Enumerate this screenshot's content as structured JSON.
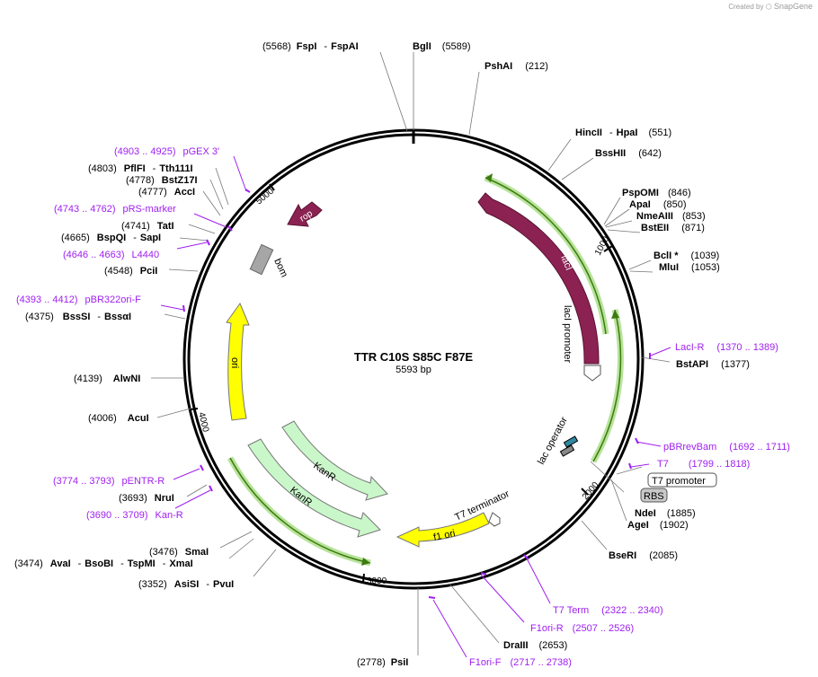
{
  "watermark": {
    "prefix": "Created by",
    "brand": "SnapGene"
  },
  "plasmid": {
    "name": "TTR C10S S85C F87E",
    "length_label": "5593 bp",
    "length": 5593
  },
  "ticks": [
    "1000",
    "2000",
    "3000",
    "4000",
    "5000"
  ],
  "features": [
    {
      "name": "lacI",
      "type": "arrow",
      "color": "#8b2252",
      "label_color": "#ffffff",
      "label_inside": true
    },
    {
      "name": "rop",
      "type": "arrow",
      "color": "#8b2252",
      "label_color": "#ffffff",
      "label_inside": true
    },
    {
      "name": "bom",
      "type": "box",
      "color": "#a6a6a6"
    },
    {
      "name": "ori",
      "type": "arrow",
      "color": "#ffff00"
    },
    {
      "name": "KanR",
      "type": "arrow",
      "color": "#c9f7c9"
    },
    {
      "name": "KanR",
      "type": "arrow",
      "color": "#c9f7c9"
    },
    {
      "name": "f1 ori",
      "type": "arrow",
      "color": "#ffff00"
    },
    {
      "name": "T7 terminator",
      "type": "terminator"
    },
    {
      "name": "lacI promoter",
      "type": "promoter"
    },
    {
      "name": "lac operator",
      "type": "operator"
    },
    {
      "name": "T7 promoter",
      "type": "boxed_label"
    },
    {
      "name": "RBS",
      "type": "grey_box"
    }
  ],
  "sites": [
    {
      "pos": "(5568)",
      "names": [
        "FspI",
        "-",
        "FspAI"
      ]
    },
    {
      "pos": "(5589)",
      "names": [
        "BglI"
      ],
      "pos_after": true
    },
    {
      "pos": "(212)",
      "names": [
        "PshAI"
      ],
      "pos_after": true
    },
    {
      "pos": "(551)",
      "names": [
        "HincII",
        "-",
        "HpaI"
      ],
      "pos_after": true
    },
    {
      "pos": "(642)",
      "names": [
        "BssHII"
      ],
      "pos_after": true
    },
    {
      "pos": "(846)",
      "names": [
        "PspOMI"
      ],
      "pos_after": true
    },
    {
      "pos": "(850)",
      "names": [
        "ApaI"
      ],
      "pos_after": true
    },
    {
      "pos": "(853)",
      "names": [
        "NmeAIII"
      ],
      "pos_after": true
    },
    {
      "pos": "(871)",
      "names": [
        "BstEII"
      ],
      "pos_after": true
    },
    {
      "pos": "(1039)",
      "names": [
        "BclI *"
      ],
      "pos_after": true
    },
    {
      "pos": "(1053)",
      "names": [
        "MluI"
      ],
      "pos_after": true
    },
    {
      "pos": "(1377)",
      "names": [
        "BstAPI"
      ],
      "pos_after": true
    },
    {
      "pos": "(1885)",
      "names": [
        "NdeI"
      ],
      "pos_after": true
    },
    {
      "pos": "(1902)",
      "names": [
        "AgeI"
      ],
      "pos_after": true
    },
    {
      "pos": "(2085)",
      "names": [
        "BseRI"
      ],
      "pos_after": true
    },
    {
      "pos": "(2653)",
      "names": [
        "DraIII"
      ],
      "pos_after": true
    },
    {
      "pos": "(2778)",
      "names": [
        "PsiI"
      ]
    },
    {
      "pos": "(3352)",
      "names": [
        "AsiSI",
        "-",
        "PvuI"
      ]
    },
    {
      "pos": "(3474)",
      "names": [
        "AvaI",
        "-",
        "BsoBI",
        "-",
        "TspMI",
        "-",
        "XmaI"
      ]
    },
    {
      "pos": "(3476)",
      "names": [
        "SmaI"
      ]
    },
    {
      "pos": "(3693)",
      "names": [
        "NruI"
      ]
    },
    {
      "pos": "(4006)",
      "names": [
        "AcuI"
      ]
    },
    {
      "pos": "(4139)",
      "names": [
        "AlwNI"
      ]
    },
    {
      "pos": "(4375)",
      "names": [
        "BssSI",
        "-",
        "BssαI"
      ]
    },
    {
      "pos": "(4548)",
      "names": [
        "PciI"
      ]
    },
    {
      "pos": "(4665)",
      "names": [
        "BspQI",
        "-",
        "SapI"
      ]
    },
    {
      "pos": "(4741)",
      "names": [
        "TatI"
      ]
    },
    {
      "pos": "(4777)",
      "names": [
        "AccI"
      ]
    },
    {
      "pos": "(4778)",
      "names": [
        "BstZ17I"
      ]
    },
    {
      "pos": "(4803)",
      "names": [
        "PflFI",
        "-",
        "Tth111I"
      ]
    }
  ],
  "primers": [
    {
      "name": "pGEX 3'",
      "range": "(4903 .. 4925)"
    },
    {
      "name": "pRS-marker",
      "range": "(4743 .. 4762)"
    },
    {
      "name": "L4440",
      "range": "(4646 .. 4663)"
    },
    {
      "name": "pBR322ori-F",
      "range": "(4393 .. 4412)"
    },
    {
      "name": "pENTR-R",
      "range": "(3774 .. 3793)"
    },
    {
      "name": "Kan-R",
      "range": "(3690 .. 3709)"
    },
    {
      "name": "LacI-R",
      "range": "(1370 .. 1389)"
    },
    {
      "name": "pBRrevBam",
      "range": "(1692 .. 1711)"
    },
    {
      "name": "T7",
      "range": "(1799 .. 1818)"
    },
    {
      "name": "T7 Term",
      "range": "(2322 .. 2340)"
    },
    {
      "name": "F1ori-R",
      "range": "(2507 .. 2526)"
    },
    {
      "name": "F1ori-F",
      "range": "(2717 .. 2738)"
    }
  ],
  "colors": {
    "primer": "#a020f0",
    "backbone": "#000000",
    "feature_dark": "#8b2252",
    "ori": "#ffff00",
    "kanr": "#c9f7c9",
    "highlight": "#7fcc3f"
  }
}
